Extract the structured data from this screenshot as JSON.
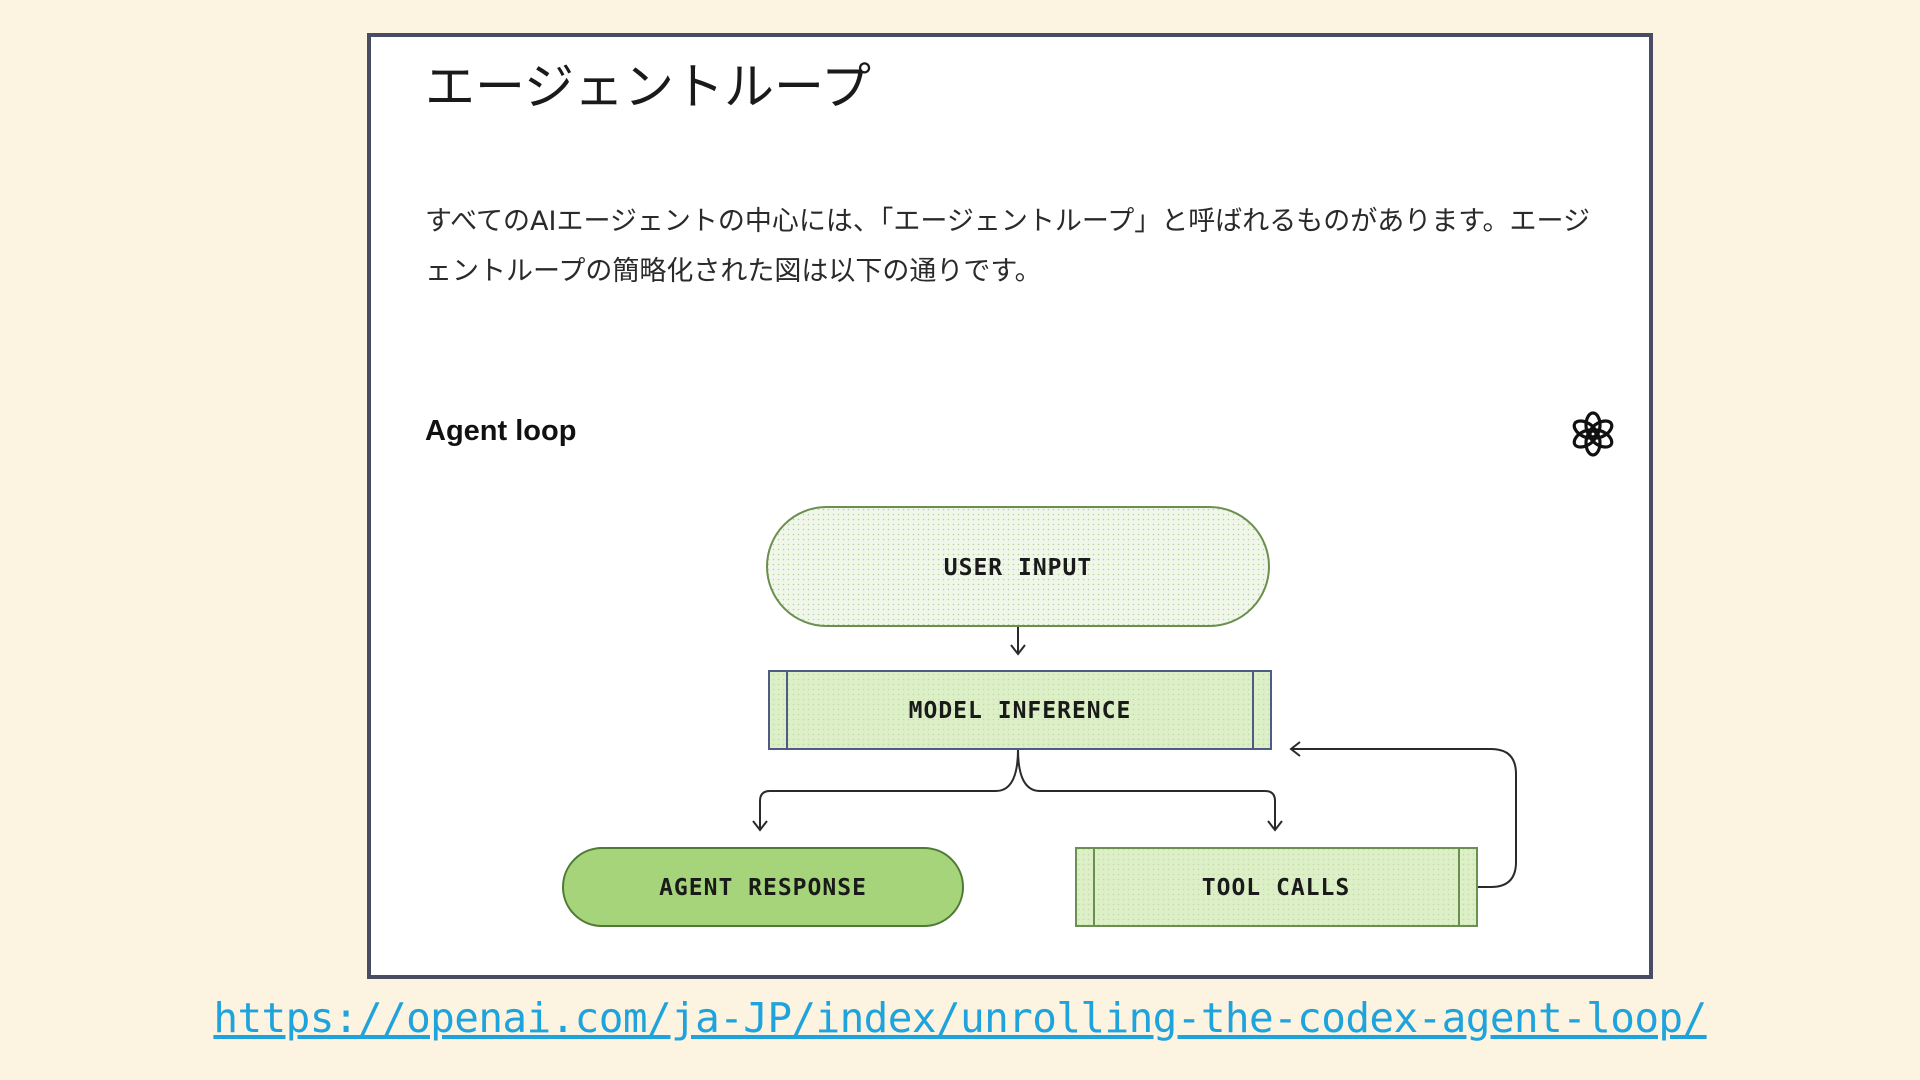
{
  "article": {
    "heading": "エージェントループ",
    "paragraph": "すべてのAIエージェントの中心には、「エージェントループ」と呼ばれるものがあります。エージェントループの簡略化された図は以下の通りです。"
  },
  "diagram": {
    "title": "Agent loop",
    "logo_icon": "openai-logo-icon",
    "nodes": {
      "user_input": "USER INPUT",
      "model_inference": "MODEL INFERENCE",
      "agent_response": "AGENT RESPONSE",
      "tool_calls": "TOOL CALLS"
    },
    "colors": {
      "input_fill": "#f0f6ea",
      "inference_fill": "#dcefc6",
      "response_fill": "#a5d47a",
      "tool_fill": "#dcefc6",
      "node_stroke": "#6b8f4e",
      "inference_stroke": "#4e5b86"
    }
  },
  "footer": {
    "url": "https://openai.com/ja-JP/index/unrolling-the-codex-agent-loop/"
  },
  "colors": {
    "background": "#fdf3e1",
    "link": "#1ea3dc",
    "frame": "#4a4c64"
  }
}
